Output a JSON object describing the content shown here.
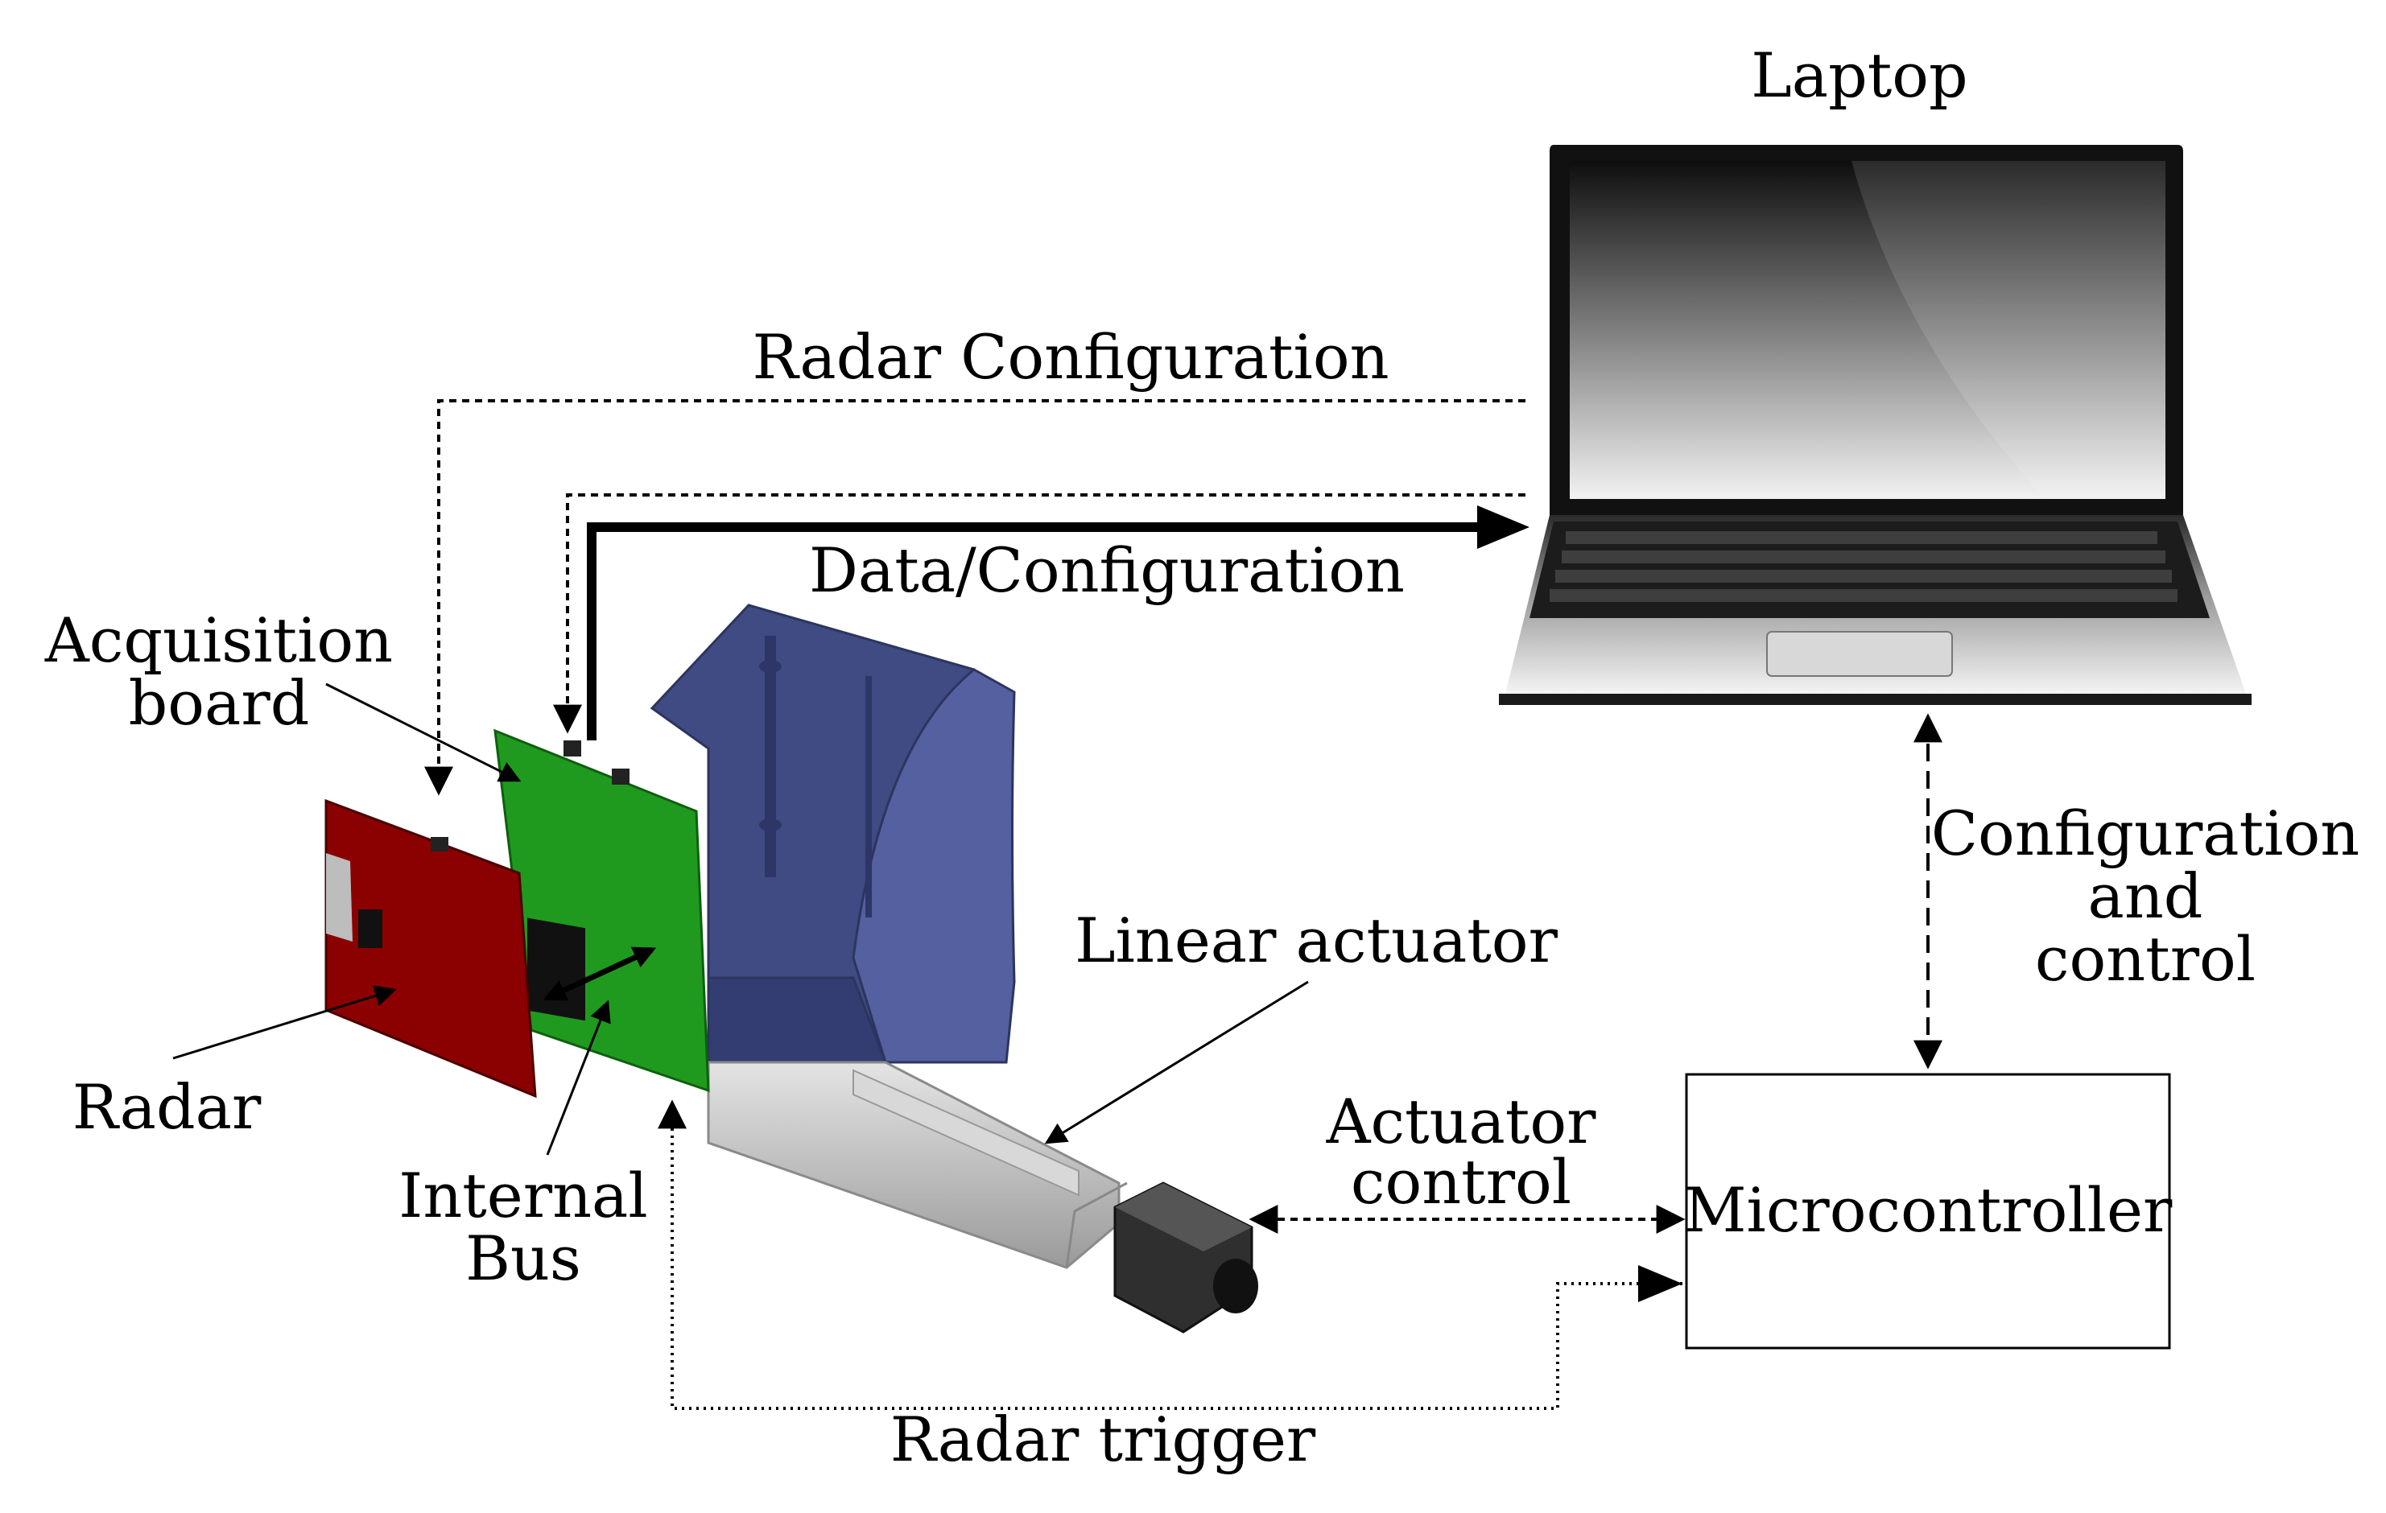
{
  "labels": {
    "laptop": "Laptop",
    "radar_configuration": "Radar Configuration",
    "data_configuration": "Data/Configuration",
    "acquisition_board_line1": "Acquisition",
    "acquisition_board_line2": "board",
    "radar": "Radar",
    "internal_bus_line1": "Internal",
    "internal_bus_line2": "Bus",
    "linear_actuator": "Linear actuator",
    "actuator_control_line1": "Actuator",
    "actuator_control_line2": "control",
    "configuration_control_line1": "Configuration",
    "configuration_control_line2": "and",
    "configuration_control_line3": "control",
    "microcontroller": "Microcontroller",
    "radar_trigger": "Radar trigger"
  },
  "colors": {
    "radar_board": "#8b0000",
    "acquisition_board": "#1f9a1f",
    "housing": "#4a5590",
    "actuator_rail": "#c4c4c4",
    "motor": "#3a3a3a",
    "laptop_body": "#1a1a1a"
  }
}
